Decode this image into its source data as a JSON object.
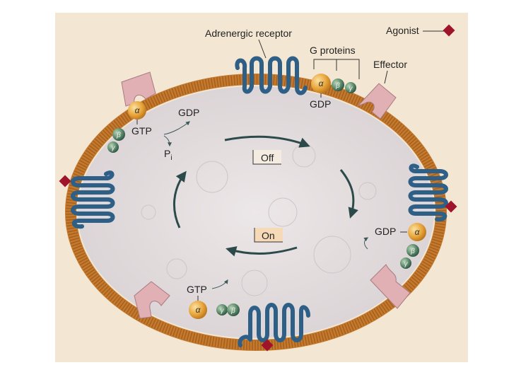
{
  "labels": {
    "adrenergic_receptor": "Adrenergic receptor",
    "agonist": "Agonist",
    "g_proteins": "G proteins",
    "effector": "Effector",
    "off": "Off",
    "on": "On",
    "gdp": "GDP",
    "gtp": "GTP",
    "pi_main": "P",
    "pi_sub": "i"
  },
  "greek": {
    "alpha": "α",
    "beta": "β",
    "gamma": "γ"
  },
  "colors": {
    "background": "#f3e7d3",
    "membrane": "#c47a2e",
    "cell_interior": "#e6dfe0",
    "receptor": "#2e5f86",
    "alpha_subunit": "#e8a53a",
    "beta_gamma_subunit": "#5b8a6a",
    "effector": "#e0b0b4",
    "agonist": "#a0142a",
    "arrow": "#2d4a4a"
  }
}
